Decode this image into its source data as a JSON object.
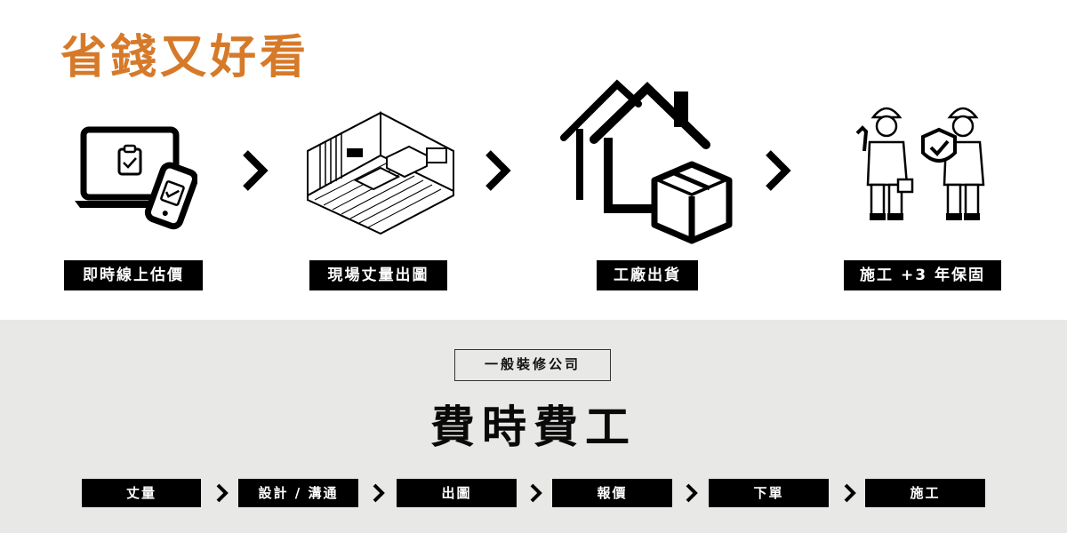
{
  "headline": "省錢又好看",
  "colors": {
    "accent": "#d67a2a",
    "label_bg": "#000000",
    "bottom_bg": "#e8e8e6"
  },
  "steps": [
    {
      "label": "即時線上估價",
      "icon": "laptop-phone-icon"
    },
    {
      "label": "現場丈量出圖",
      "icon": "isometric-room-icon"
    },
    {
      "label": "工廠出貨",
      "icon": "house-box-icon"
    },
    {
      "label": "施工 +3 年保固",
      "icon": "workers-shield-icon"
    }
  ],
  "comparison": {
    "tag": "一般裝修公司",
    "title": "費時費工",
    "process": [
      "丈量",
      "設計 / 溝通",
      "出圖",
      "報價",
      "下單",
      "施工"
    ]
  }
}
